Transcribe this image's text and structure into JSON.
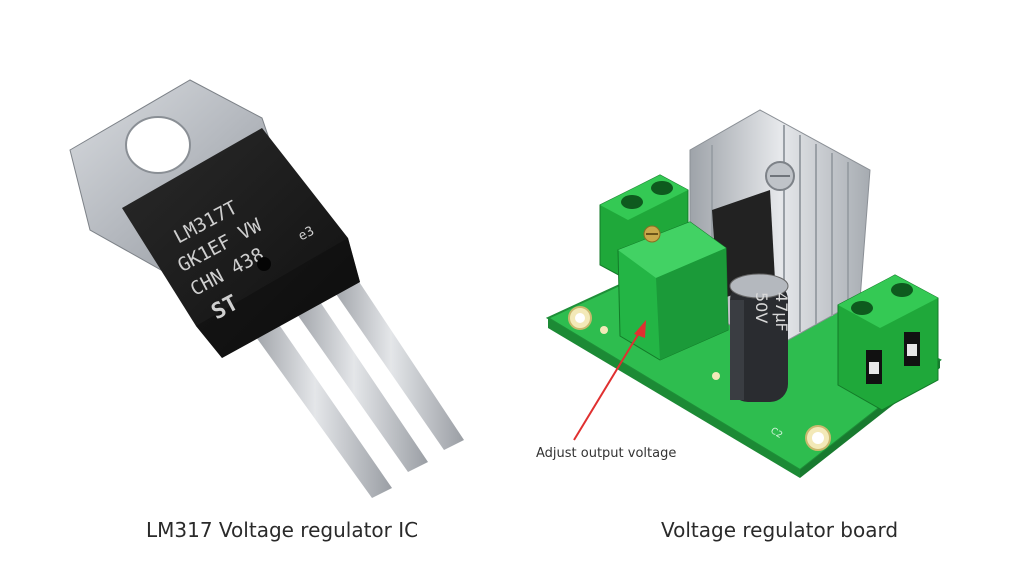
{
  "captions": {
    "left": "LM317 Voltage regulator IC",
    "right": "Voltage regulator board"
  },
  "annotation": {
    "text": "Adjust output voltage",
    "arrow_color": "#e03030"
  },
  "ic_marking": {
    "line1": "LM317T",
    "line2": "GK1EF VW",
    "line3": "CHN 438",
    "logo": "ST",
    "e3_mark": "e3"
  },
  "capacitor_marking": {
    "line1": "47µF",
    "line2": "50V"
  },
  "pcb_label": "C2",
  "colors": {
    "background": "#ffffff",
    "pcb_green": "#2ebd4f",
    "terminal_green": "#1fa83a",
    "ic_body": "#1b1b1b",
    "heatsink": "#c9ccd0",
    "lead_silver": "#b8bcc2"
  }
}
